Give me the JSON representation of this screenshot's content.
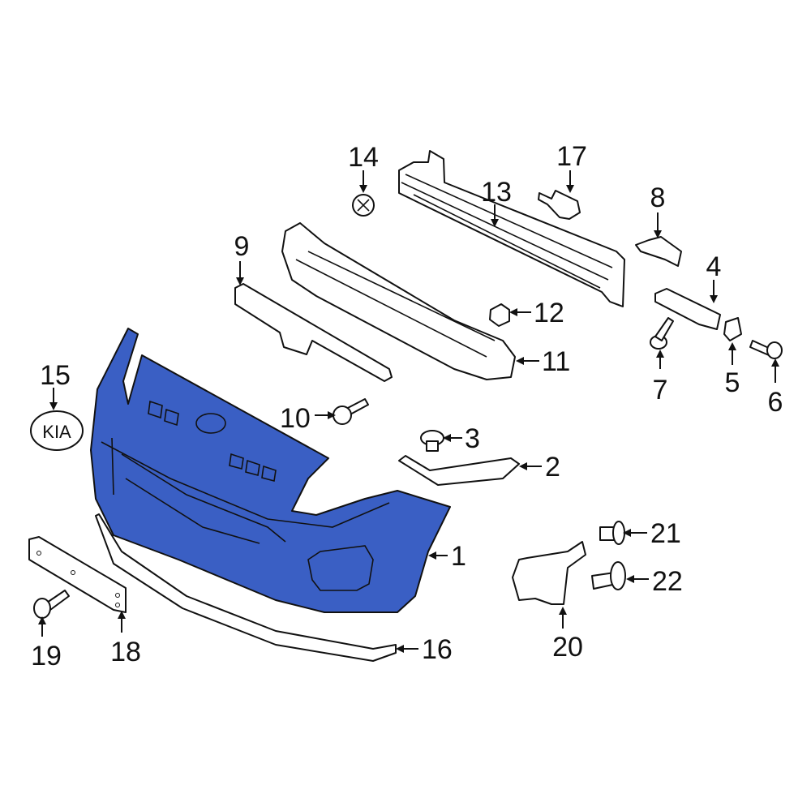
{
  "diagram": {
    "highlight_color": "#3a5fc4",
    "highlighted_part": "1",
    "emblem_text": "KIA",
    "callouts": [
      {
        "id": "1",
        "label": "1"
      },
      {
        "id": "2",
        "label": "2"
      },
      {
        "id": "3",
        "label": "3"
      },
      {
        "id": "4",
        "label": "4"
      },
      {
        "id": "5",
        "label": "5"
      },
      {
        "id": "6",
        "label": "6"
      },
      {
        "id": "7",
        "label": "7"
      },
      {
        "id": "8",
        "label": "8"
      },
      {
        "id": "9",
        "label": "9"
      },
      {
        "id": "10",
        "label": "10"
      },
      {
        "id": "11",
        "label": "11"
      },
      {
        "id": "12",
        "label": "12"
      },
      {
        "id": "13",
        "label": "13"
      },
      {
        "id": "14",
        "label": "14"
      },
      {
        "id": "15",
        "label": "15"
      },
      {
        "id": "16",
        "label": "16"
      },
      {
        "id": "17",
        "label": "17"
      },
      {
        "id": "18",
        "label": "18"
      },
      {
        "id": "19",
        "label": "19"
      },
      {
        "id": "20",
        "label": "20"
      },
      {
        "id": "21",
        "label": "21"
      },
      {
        "id": "22",
        "label": "22"
      }
    ]
  }
}
